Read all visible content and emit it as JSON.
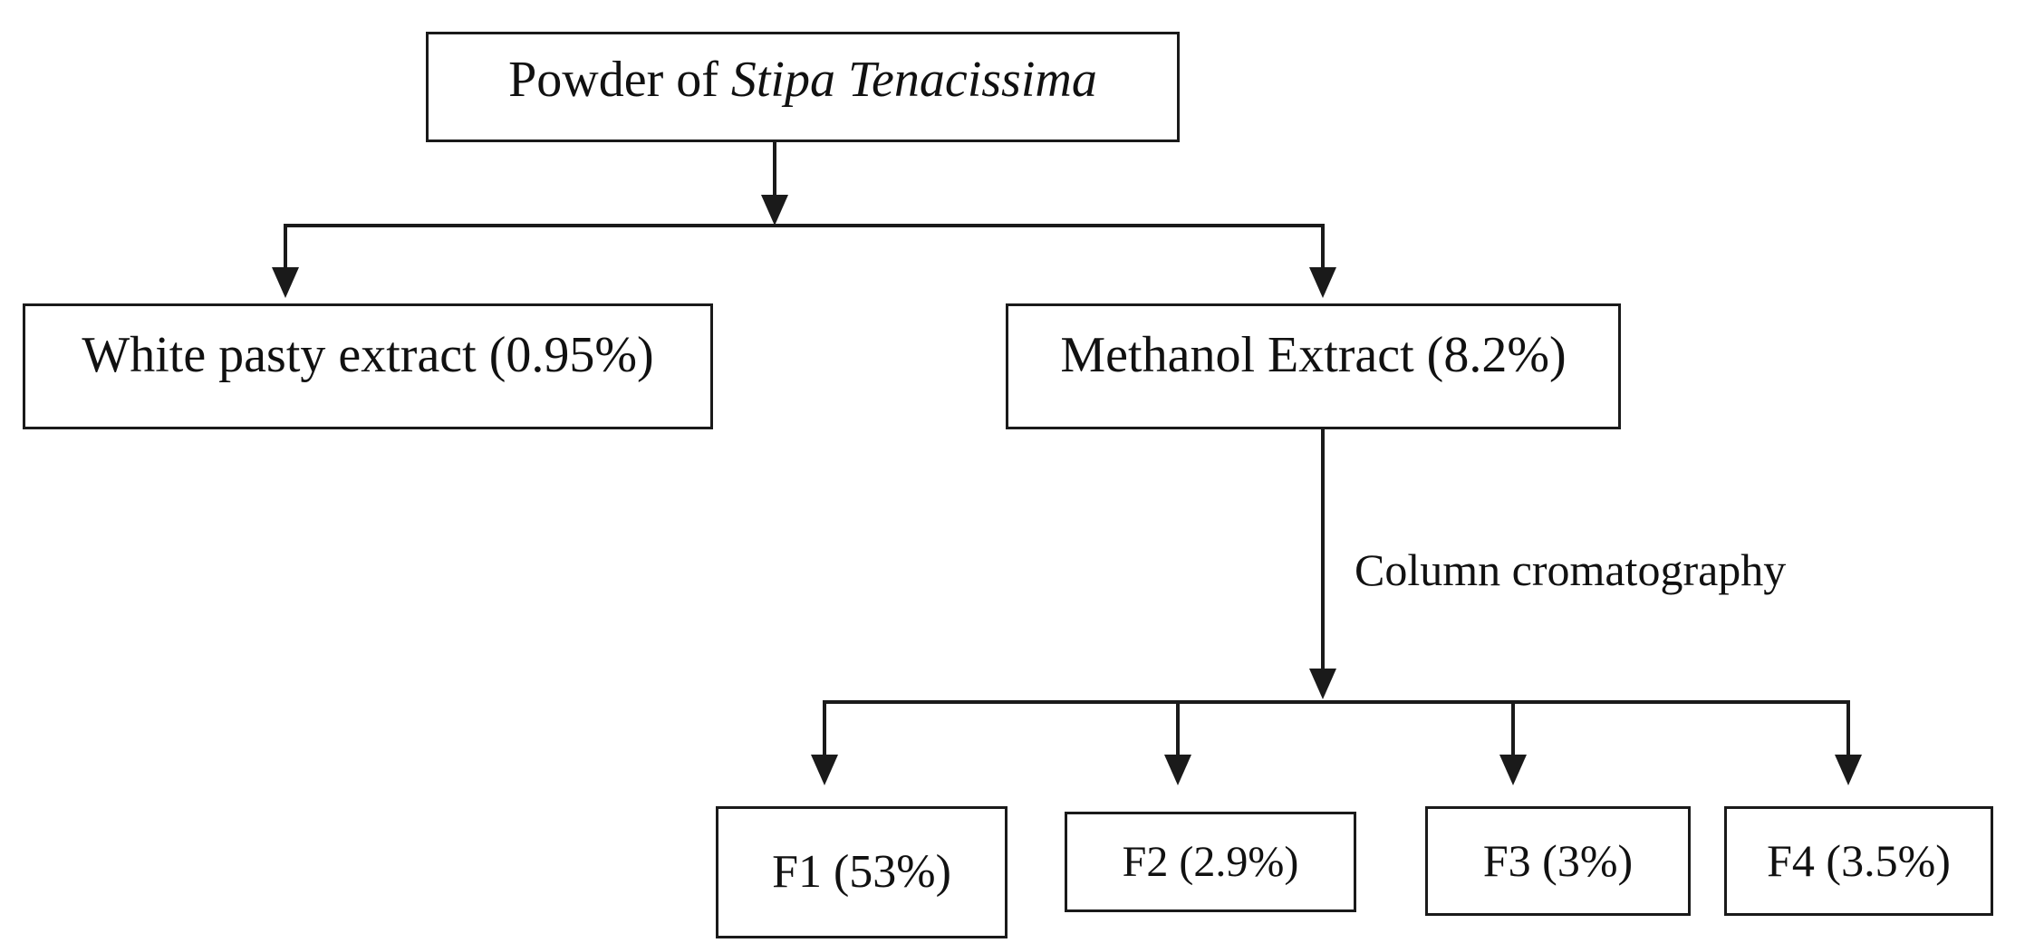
{
  "diagram": {
    "title_text": "Powder of Stipa Tenacissima",
    "nodes": {
      "powder": {
        "prefix": "Powder of ",
        "species": "Stipa Tenacissima"
      },
      "white_extract": {
        "label": "White pasty extract (0.95%)"
      },
      "methanol_extract": {
        "label": "Methanol Extract (8.2%)"
      },
      "f1": {
        "label": "F1  (53%)"
      },
      "f2": {
        "label": "F2 (2.9%)"
      },
      "f3": {
        "label": "F3 (3%)"
      },
      "f4": {
        "label": "F4 (3.5%)"
      }
    },
    "edge_labels": {
      "chromatography": "Column cromatography"
    },
    "colors": {
      "stroke": "#1a1a1a",
      "text": "#111111",
      "background": "#ffffff"
    }
  }
}
